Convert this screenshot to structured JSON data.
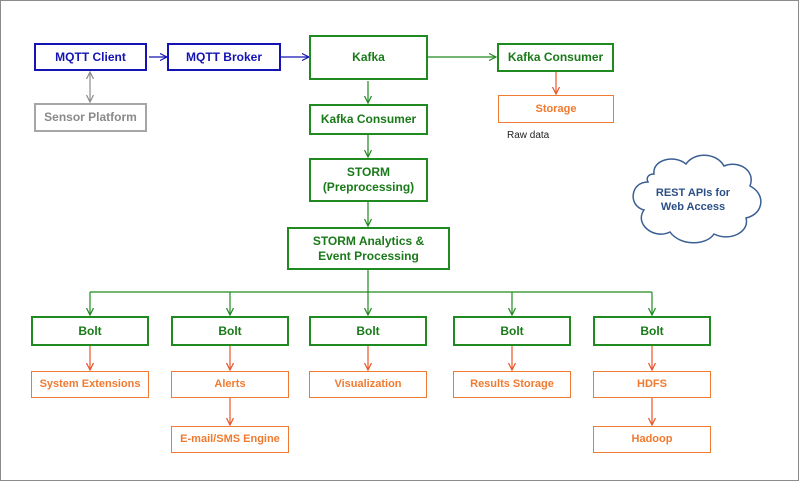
{
  "nodes": {
    "mqtt_client": "MQTT Client",
    "mqtt_broker": "MQTT Broker",
    "sensor_platform": "Sensor Platform",
    "kafka": "Kafka",
    "kafka_consumer_right": "Kafka Consumer",
    "storage": "Storage",
    "raw_data_note": "Raw data",
    "kafka_consumer": "Kafka Consumer",
    "storm_preprocessing": "STORM\n(Preprocessing)",
    "storm_analytics": "STORM Analytics &\nEvent Processing",
    "cloud": "REST APIs for\nWeb Access",
    "bolts": [
      "Bolt",
      "Bolt",
      "Bolt",
      "Bolt",
      "Bolt"
    ],
    "system_extensions": "System Extensions",
    "alerts": "Alerts",
    "email_sms_engine": "E-mail/SMS Engine",
    "visualization": "Visualization",
    "results_storage": "Results Storage",
    "hdfs": "HDFS",
    "hadoop": "Hadoop"
  },
  "colors": {
    "blue": "#1414b4",
    "gray": "#a6a6a6",
    "green": "#1f8a1f",
    "orange": "#f07a30",
    "cloud_text": "#2b4f86"
  }
}
